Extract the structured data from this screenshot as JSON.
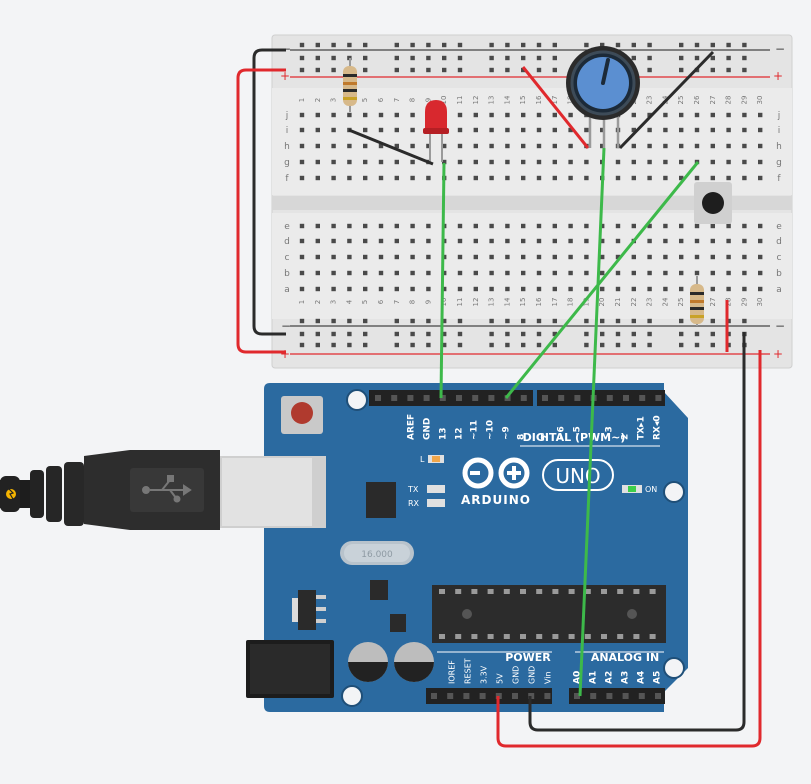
{
  "breadboard": {
    "minus": "−",
    "plus": "+",
    "row_letters_top": [
      "j",
      "i",
      "h",
      "g",
      "f"
    ],
    "row_letters_bottom": [
      "e",
      "d",
      "c",
      "b",
      "a"
    ],
    "columns": [
      "1",
      "2",
      "3",
      "4",
      "5",
      "6",
      "7",
      "8",
      "9",
      "10",
      "11",
      "12",
      "13",
      "14",
      "15",
      "16",
      "17",
      "18",
      "19",
      "20",
      "21",
      "22",
      "23",
      "24",
      "25",
      "26",
      "27",
      "28",
      "29",
      "30"
    ]
  },
  "arduino": {
    "brand": "ARDUINO",
    "model": "UNO",
    "digital_header": "DIGITAL (PWM~)",
    "digital_pins": [
      "AREF",
      "GND",
      "13",
      "12",
      "~11",
      "~10",
      "~9",
      "8",
      "7",
      "~6",
      "~5",
      "4",
      "~3",
      "2",
      "TX▸1",
      "RX◂0"
    ],
    "power_header": "POWER",
    "power_pins": [
      "IOREF",
      "RESET",
      "3.3V",
      "5V",
      "GND",
      "GND",
      "Vin"
    ],
    "analog_header": "ANALOG IN",
    "analog_pins": [
      "A0",
      "A1",
      "A2",
      "A3",
      "A4",
      "A5"
    ],
    "led_l": "L",
    "led_tx": "TX",
    "led_rx": "RX",
    "led_on": "ON",
    "crystal": "16.000"
  },
  "colors": {
    "board": "#2b6aa0",
    "wire_red": "#e0292d",
    "wire_black": "#2b2b2b",
    "wire_green": "#3db94a",
    "breadboard": "#e6e6e6"
  }
}
